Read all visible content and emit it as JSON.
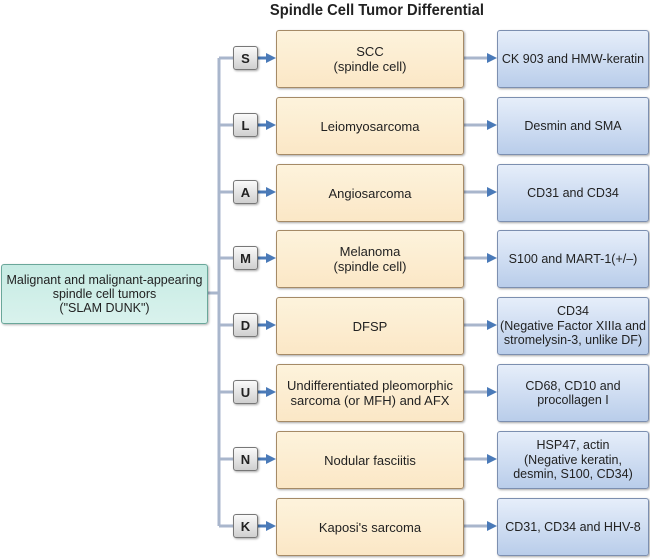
{
  "title": "Spindle Cell Tumor Differential",
  "root": {
    "label": "Malignant and malignant-appearing\nspindle cell tumors\n(\"SLAM DUNK\")"
  },
  "rows": [
    {
      "letter": "S",
      "tumor": "SCC\n(spindle cell)",
      "markers": "CK 903 and HMW-keratin"
    },
    {
      "letter": "L",
      "tumor": "Leiomyosarcoma",
      "markers": "Desmin and SMA"
    },
    {
      "letter": "A",
      "tumor": "Angiosarcoma",
      "markers": "CD31 and CD34"
    },
    {
      "letter": "M",
      "tumor": "Melanoma\n(spindle cell)",
      "markers": "S100 and MART-1(+/–)"
    },
    {
      "letter": "D",
      "tumor": "DFSP",
      "markers": "CD34\n(Negative Factor XIIIa and\nstromelysin-3, unlike DF)"
    },
    {
      "letter": "U",
      "tumor": "Undifferentiated pleomorphic\nsarcoma (or MFH) and AFX",
      "markers": "CD68, CD10 and\nprocollagen I"
    },
    {
      "letter": "N",
      "tumor": "Nodular fasciitis",
      "markers": "HSP47, actin\n(Negative keratin,\ndesmin, S100, CD34)"
    },
    {
      "letter": "K",
      "tumor": "Kaposi's sarcoma",
      "markers": "CD31, CD34 and HHV-8"
    }
  ],
  "colors": {
    "connector": "#a9b6cc",
    "arrow": "#4a7ab8"
  }
}
